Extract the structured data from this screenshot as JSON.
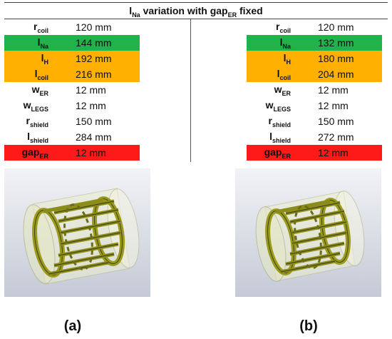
{
  "title": {
    "prefix": "l",
    "sub1": "Na",
    "mid": " variation with gap",
    "sub2": "ER",
    "suffix": " fixed"
  },
  "param_names": [
    {
      "base": "r",
      "sub": "coil"
    },
    {
      "base": "l",
      "sub": "Na"
    },
    {
      "base": "l",
      "sub": "H"
    },
    {
      "base": "l",
      "sub": "coil"
    },
    {
      "base": "w",
      "sub": "ER"
    },
    {
      "base": "w",
      "sub": "LEGS"
    },
    {
      "base": "r",
      "sub": "shield"
    },
    {
      "base": "l",
      "sub": "shield"
    },
    {
      "base": "gap",
      "sub": "ER"
    }
  ],
  "table_a": [
    "120 mm",
    "144 mm",
    "192 mm",
    "216 mm",
    "12 mm",
    "12 mm",
    "150 mm",
    "284 mm",
    "12 mm"
  ],
  "table_b": [
    "120 mm",
    "132 mm",
    "180 mm",
    "204 mm",
    "12 mm",
    "12 mm",
    "150 mm",
    "272 mm",
    "12 mm"
  ],
  "captions": {
    "a": "(a)",
    "b": "(b)"
  },
  "colors": {
    "green": "#22b24c",
    "orange": "#ffb000",
    "red": "#ff1a1a"
  }
}
